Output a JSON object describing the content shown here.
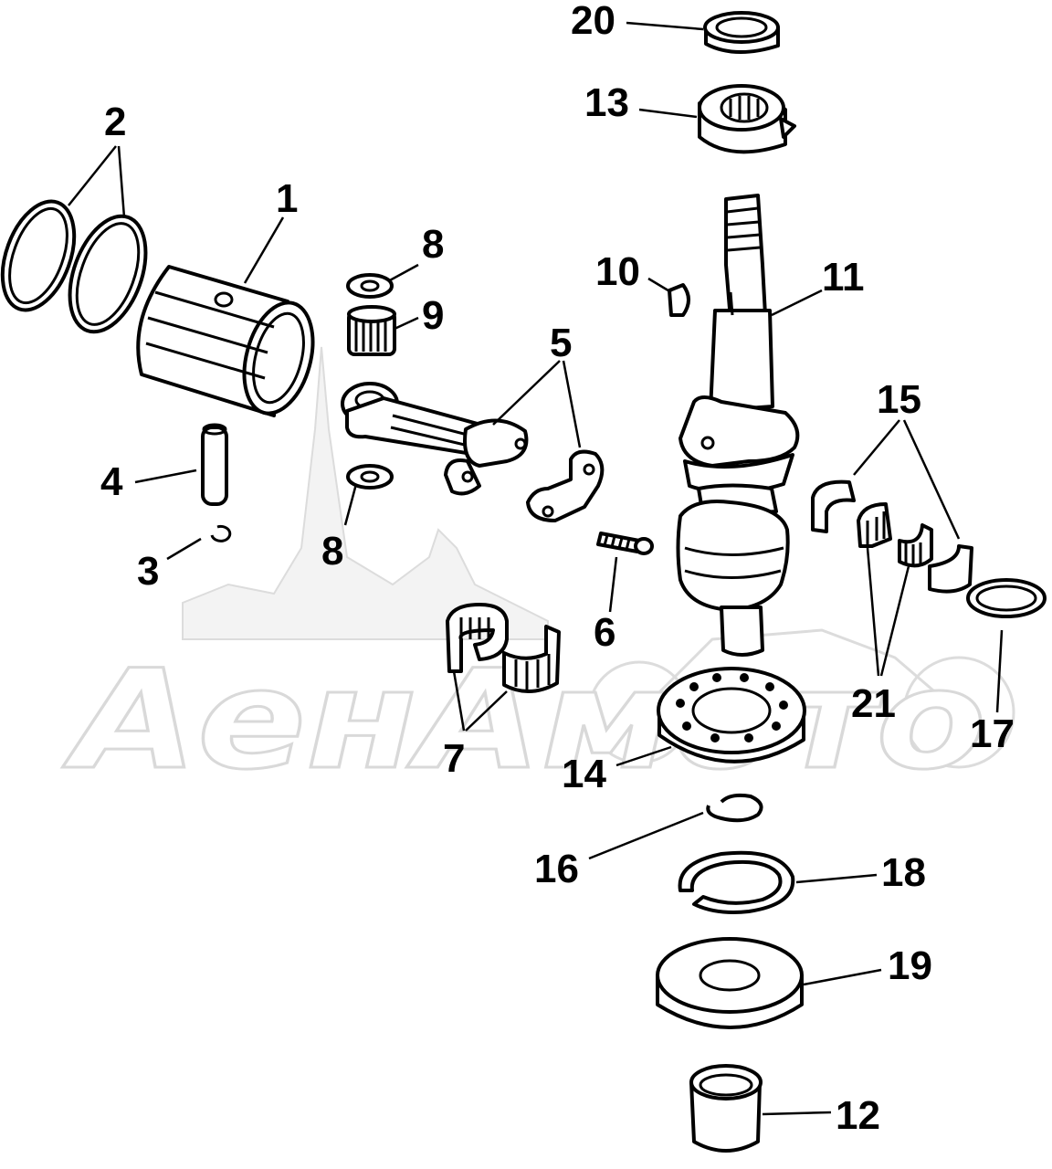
{
  "watermark": {
    "text": "АенАмото"
  },
  "callouts": {
    "c1": "1",
    "c2": "2",
    "c3": "3",
    "c4": "4",
    "c5": "5",
    "c6": "6",
    "c7": "7",
    "c8a": "8",
    "c8b": "8",
    "c9": "9",
    "c10": "10",
    "c11": "11",
    "c12": "12",
    "c13": "13",
    "c14": "14",
    "c15": "15",
    "c16": "16",
    "c17": "17",
    "c18": "18",
    "c19": "19",
    "c20": "20",
    "c21": "21"
  }
}
